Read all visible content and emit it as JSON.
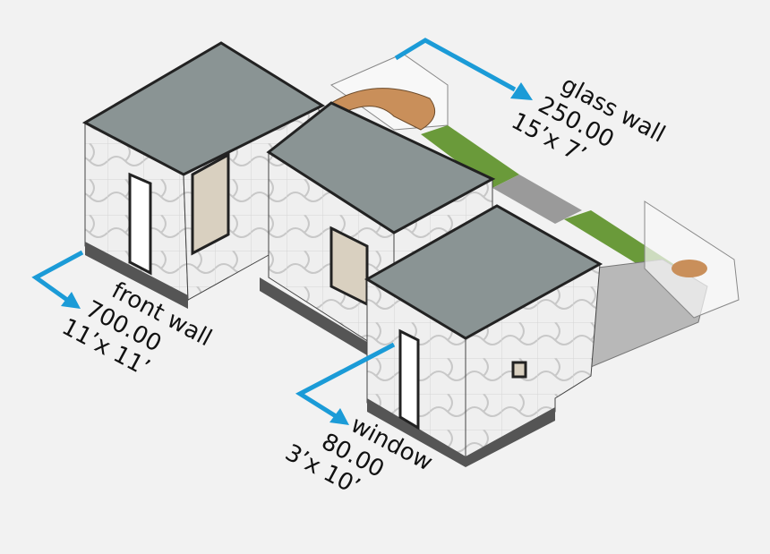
{
  "colors": {
    "arrow": "#1b9bd7",
    "roof": "#8a9494",
    "grass": "#6a9a3a",
    "wall": "#ececec"
  },
  "callouts": [
    {
      "title": "glass wall",
      "price": "250.00",
      "size": "15’x 7’"
    },
    {
      "title": "front wall",
      "price": "700.00",
      "size": "11’x 11’"
    },
    {
      "title": "window",
      "price": "80.00",
      "size": "3’x 10’"
    }
  ]
}
